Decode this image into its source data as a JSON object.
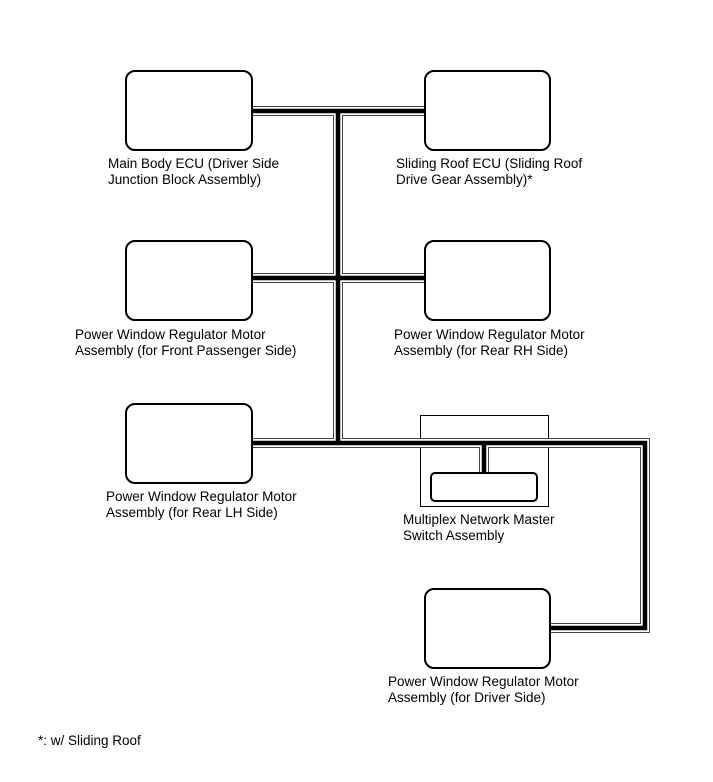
{
  "diagram": {
    "colors": {
      "background": "#ffffff",
      "wire_core": "#000000",
      "wire_edge": "#454545",
      "text": "#000000"
    },
    "nodes": [
      {
        "id": "main-body-ecu",
        "label": "Main Body ECU (Driver Side\nJunction Block Assembly)"
      },
      {
        "id": "sliding-roof-ecu",
        "label": "Sliding Roof ECU (Sliding Roof\nDrive Gear Assembly)*"
      },
      {
        "id": "pw-front-passenger",
        "label": "Power Window Regulator Motor\nAssembly (for Front Passenger Side)"
      },
      {
        "id": "pw-rear-rh",
        "label": "Power Window Regulator Motor\nAssembly (for Rear RH Side)"
      },
      {
        "id": "pw-rear-lh",
        "label": "Power Window Regulator Motor\nAssembly (for Rear LH Side)"
      },
      {
        "id": "multiplex-master-switch",
        "label": "Multiplex Network Master\nSwitch Assembly"
      },
      {
        "id": "pw-driver",
        "label": "Power Window Regulator Motor\nAssembly (for Driver Side)"
      }
    ],
    "footnote": "*: w/ Sliding Roof"
  }
}
